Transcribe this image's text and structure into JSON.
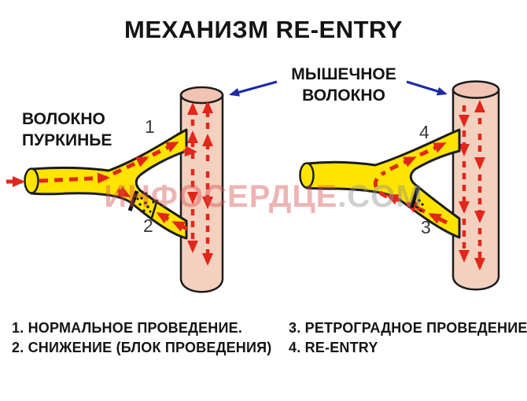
{
  "title": "МЕХАНИЗМ RE-ENTRY",
  "labels": {
    "muscle_fiber": {
      "line1": "МЫШЕЧНОЕ",
      "line2": "ВОЛОКНО"
    },
    "purkinje_fiber": {
      "line1": "ВОЛОКНО",
      "line2": "ПУРКИНЬЕ"
    }
  },
  "markers": {
    "n1": "1",
    "n2": "2",
    "n3": "3",
    "n4": "4"
  },
  "legend": {
    "left": [
      "1. НОРМАЛЬНОЕ ПРОВЕДЕНИЕ.",
      "2. СНИЖЕНИЕ (БЛОК ПРОВЕДЕНИЯ)"
    ],
    "right": [
      "3. РЕТРОГРАДНОЕ ПРОВЕДЕНИЕ",
      "4. RE-ENTRY"
    ]
  },
  "watermark": {
    "site": "ИНФОСЕРДЦЕ",
    "tld": ".COM"
  },
  "colors": {
    "fiber_yellow": "#FFE400",
    "muscle_pink": "#F4D0BF",
    "muscle_pink_opening": "#F0C3B2",
    "outline_dark": "#1C1C1C",
    "impulse_red": "#E3261A",
    "pointer_blue": "#1B2BA6",
    "text": "#141414",
    "watermark_red": "#D94F4F",
    "watermark_grey": "#8F8F8F"
  }
}
